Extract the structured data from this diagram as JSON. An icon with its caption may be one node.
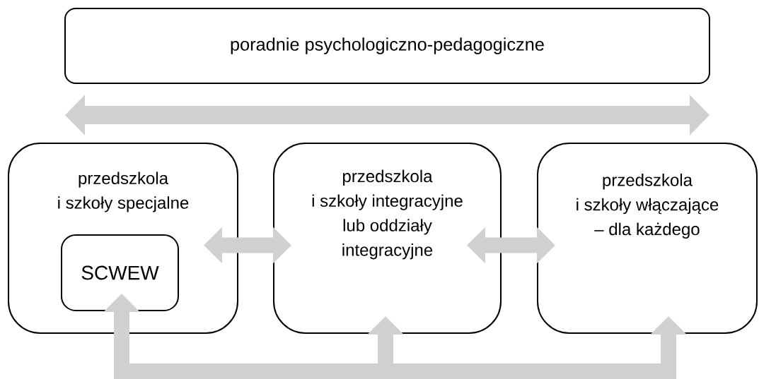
{
  "diagram": {
    "nodes": [
      {
        "text": [
          "poradnie psychologiczno-pedagogiczne"
        ]
      },
      {
        "text": [
          "przedszkola i szkoły specjalne"
        ]
      },
      {
        "text": [
          "SCWEW"
        ],
        "in": 1
      },
      {
        "text": [
          "przedszkola i szkoły integracyjne lub oddziały integracyjne"
        ]
      },
      {
        "text": [
          "przedszkola i szkoły włączające – dla każdego"
        ]
      }
    ],
    "edges": [
      {
        "from": 1,
        "to": 3,
        "arrow": "both"
      },
      {
        "from": 3,
        "to": 4,
        "arrow": "both"
      },
      {
        "from": null,
        "to": 2,
        "arrow": "to"
      },
      {
        "from": null,
        "to": 3,
        "arrow": "to"
      },
      {
        "from": null,
        "to": 4,
        "arrow": "to"
      }
    ]
  }
}
